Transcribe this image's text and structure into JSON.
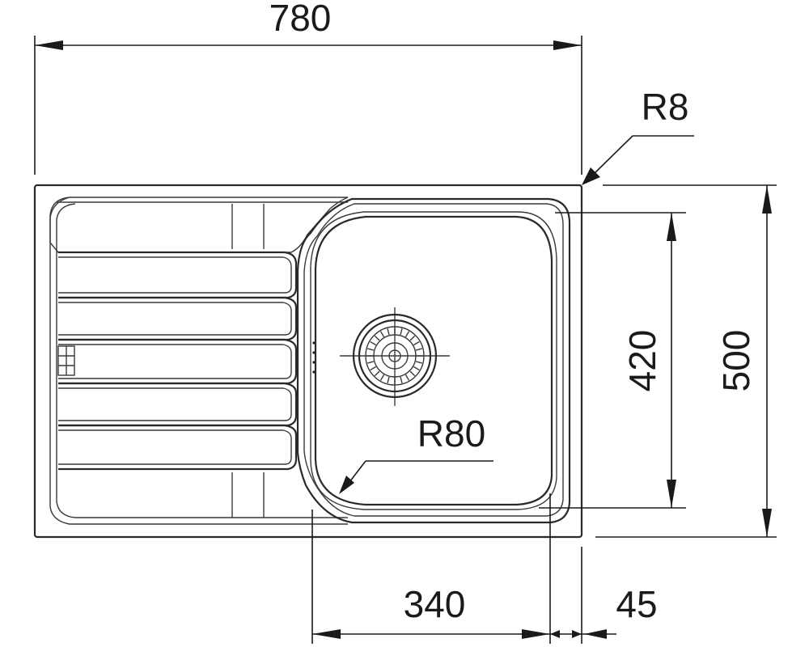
{
  "dimensions": {
    "overall_width": "780",
    "corner_radius": "R8",
    "overall_depth": "500",
    "bowl_depth": "420",
    "bowl_radius": "R80",
    "bowl_width": "340",
    "rim_offset": "45"
  },
  "colors": {
    "line": "#2a2a2a",
    "background": "#ffffff"
  }
}
